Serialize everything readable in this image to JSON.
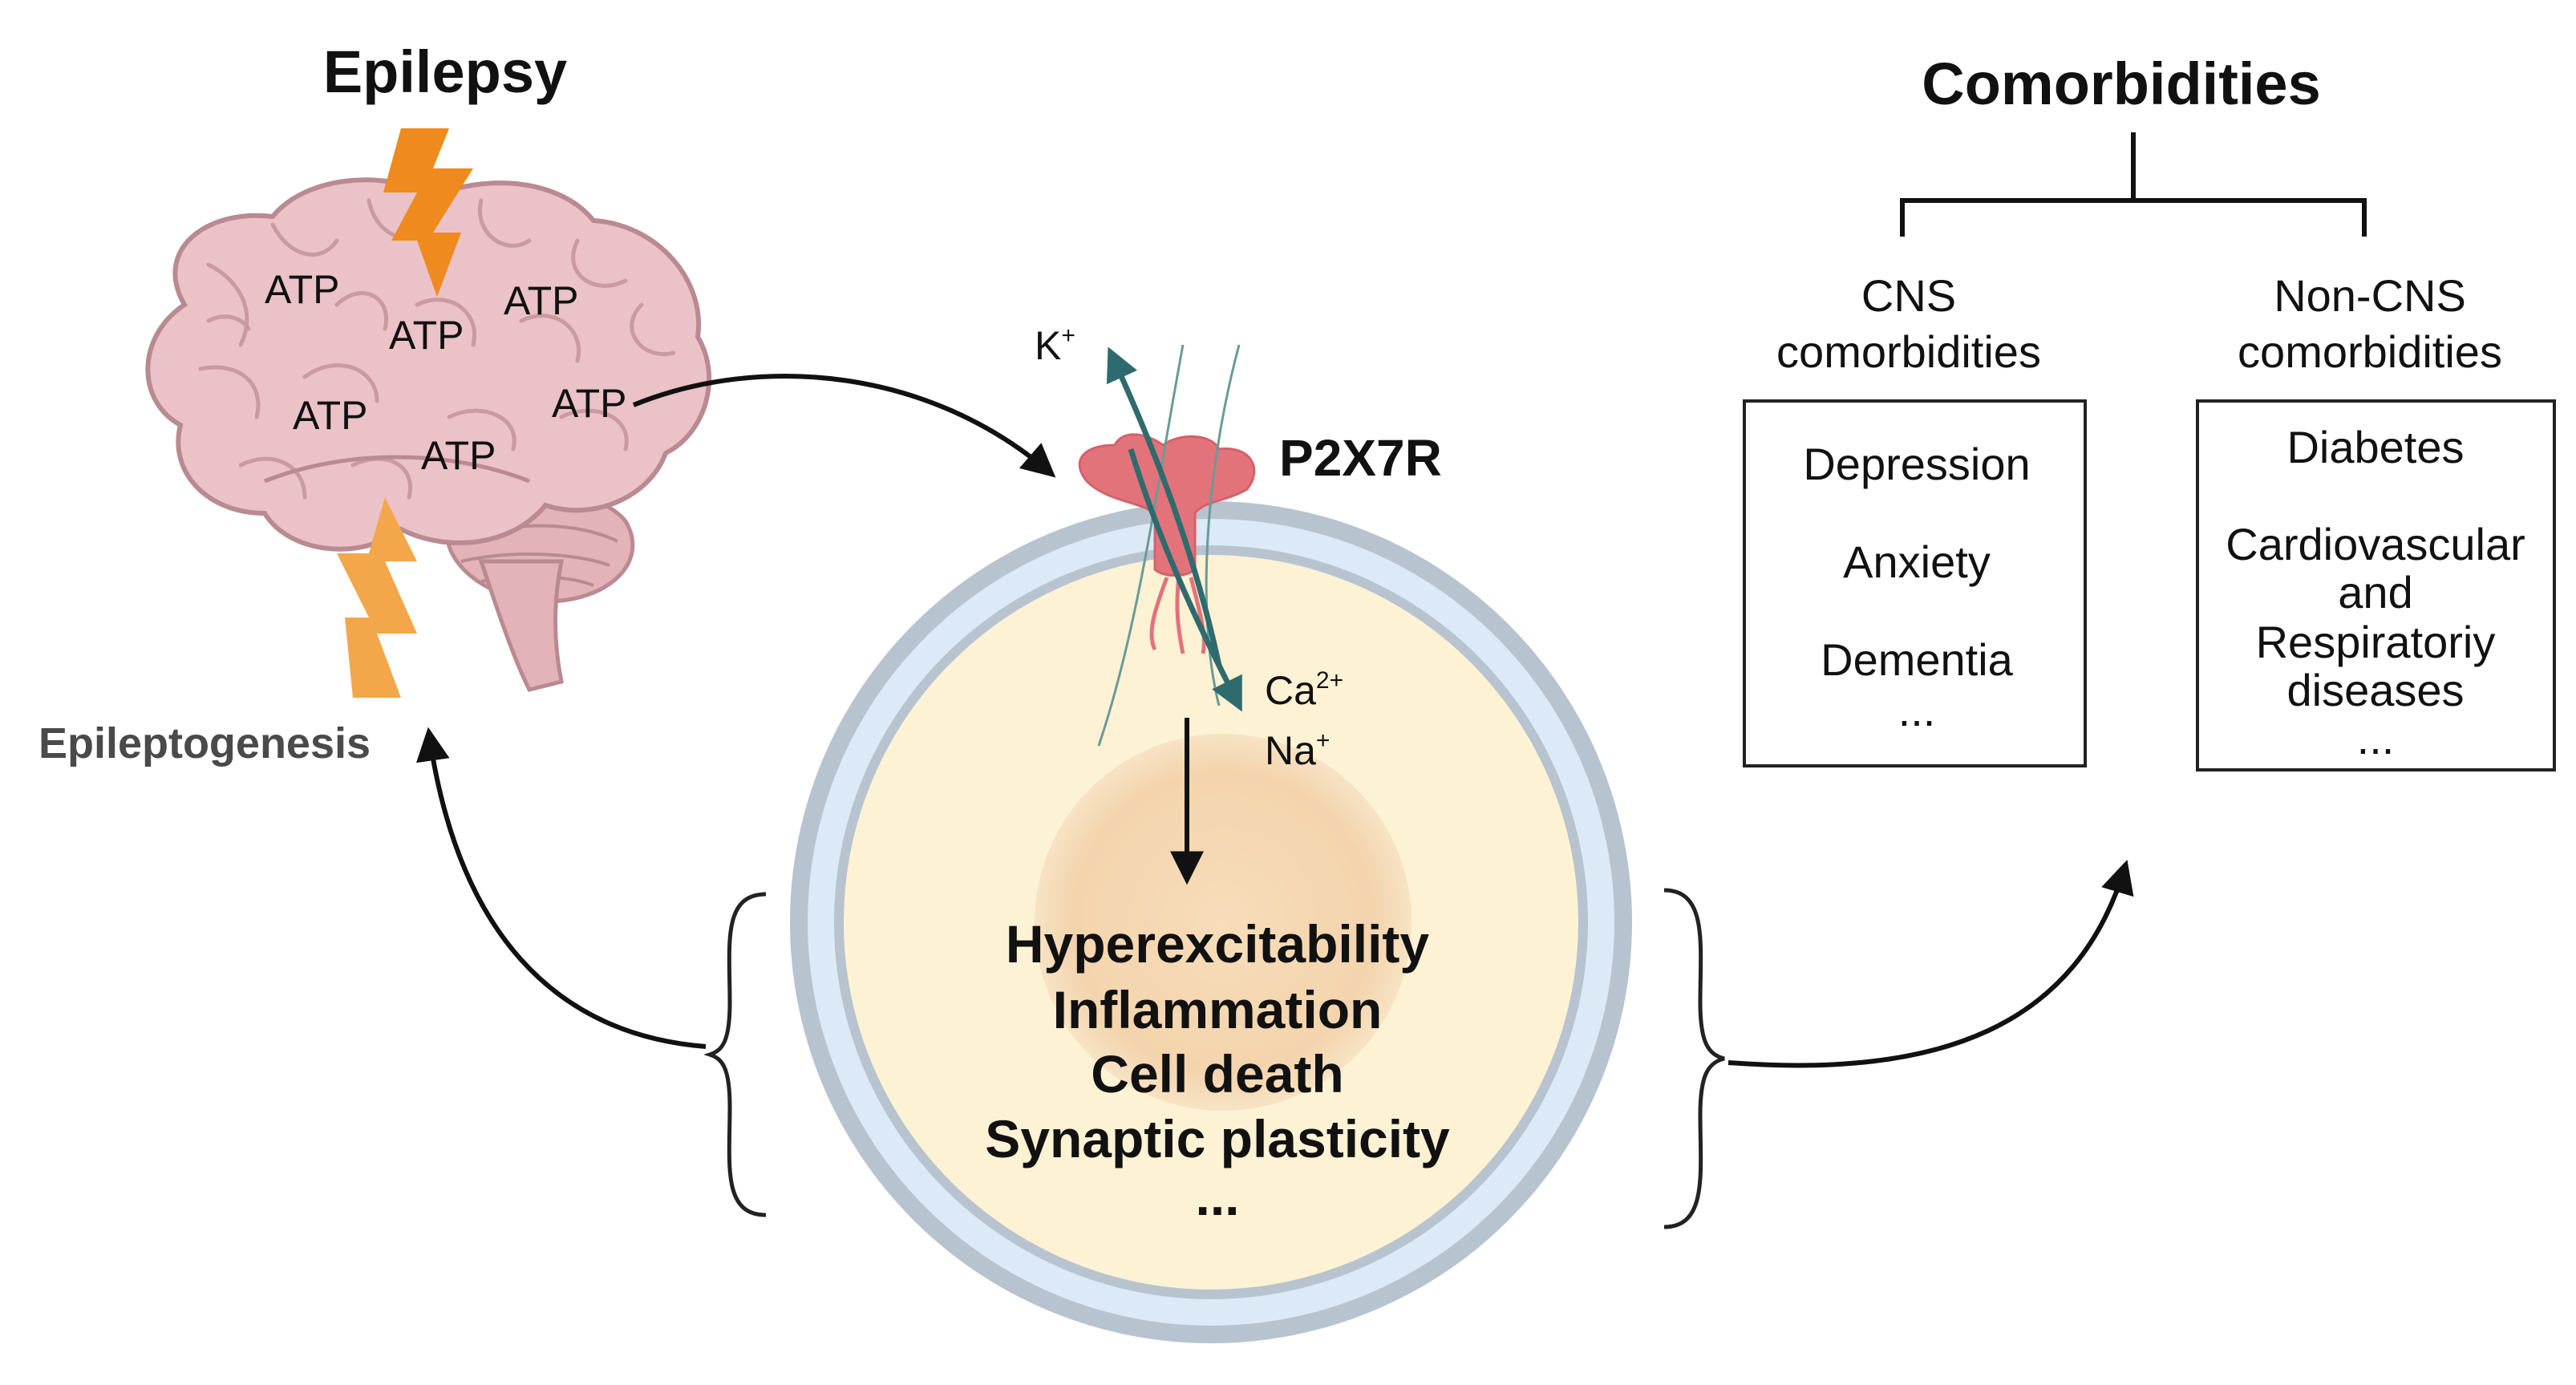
{
  "epilepsy": {
    "title": "Epilepsy",
    "epileptogenesis_label": "Epileptogenesis",
    "atp_labels": [
      "ATP",
      "ATP",
      "ATP",
      "ATP",
      "ATP",
      "ATP"
    ]
  },
  "receptor": {
    "name": "P2X7R",
    "ions": {
      "k_base": "K",
      "k_sup": "+",
      "ca_base": "Ca",
      "ca_sup": "2+",
      "na_base": "Na",
      "na_sup": "+"
    }
  },
  "cell_effects": {
    "items": [
      "Hyperexcitability",
      "Inflammation",
      "Cell death",
      "Synaptic plasticity",
      "..."
    ]
  },
  "comorbidities": {
    "title": "Comorbidities",
    "cns": {
      "heading_line1": "CNS",
      "heading_line2": "comorbidities",
      "items": [
        "Depression",
        "Anxiety",
        "Dementia",
        "..."
      ]
    },
    "non_cns": {
      "heading_line1": "Non-CNS",
      "heading_line2": "comorbidities",
      "items": [
        "Diabetes",
        "Cardiovascular",
        "and",
        "Respiratoriy",
        "diseases",
        "..."
      ]
    }
  },
  "colors": {
    "brain_fill": "#ebc2c7",
    "brain_stroke": "#b98a91",
    "lightning_dark": "#ef8a1f",
    "lightning_light": "#f3a74a",
    "receptor": "#e3737b",
    "membrane_outer": "#b7c3cf",
    "membrane_inner": "#dce9f6",
    "cytoplasm": "#fdf2d4",
    "nucleus": "#f6dcb8",
    "ion_arrow": "#2f6b6e",
    "text": "#111111",
    "subtext": "#4a4a4a"
  }
}
